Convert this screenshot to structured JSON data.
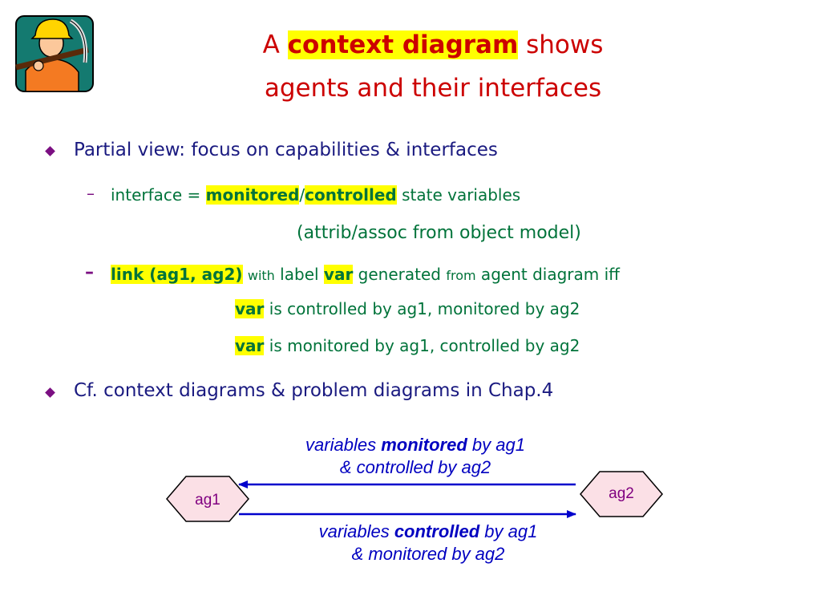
{
  "title": {
    "line1_prefix": "A ",
    "line1_highlight": "context diagram",
    "line1_suffix": " shows",
    "line2": "agents and their interfaces"
  },
  "bullets": [
    {
      "text": "Partial view:  focus on capabilities & interfaces"
    },
    {
      "text": "Cf. context diagrams & problem diagrams in Chap.4"
    }
  ],
  "sub1": {
    "dash": "–",
    "lead": "interface = ",
    "monitored": "monitored",
    "slash": "/",
    "controlled": "controlled",
    "tail": " state variables",
    "line2": "(attrib/assoc from object model)"
  },
  "sub2": {
    "dash": "–",
    "link": "link (ag1, ag2)",
    "with": "with",
    "label": " label ",
    "var": "var",
    "generated": " generated ",
    "from": "from",
    "rest": " agent diagram iff",
    "cond1_var": "var",
    "cond1_text": " is controlled by ag1, monitored by ag2",
    "cond2_var": "var",
    "cond2_text": " is monitored by ag1, controlled by ag2"
  },
  "diagram": {
    "top_caption": {
      "pre": "variables ",
      "bold": "monitored",
      "post": " by ag1",
      "line2": "& controlled by ag2"
    },
    "bottom_caption": {
      "pre": "variables ",
      "bold": "controlled",
      "post": " by ag1",
      "line2": "& monitored by ag2"
    },
    "left_node": "ag1",
    "right_node": "ag2"
  },
  "colors": {
    "title": "#cc0000",
    "highlight": "#ffff00",
    "bullet": "#7b0f82",
    "level1_text": "#1a1a80",
    "level2_text": "#00733a",
    "diagram_text": "#0000c0",
    "node_fill": "#fbe0e6",
    "node_label": "#800080",
    "arrow": "#0000cc"
  }
}
